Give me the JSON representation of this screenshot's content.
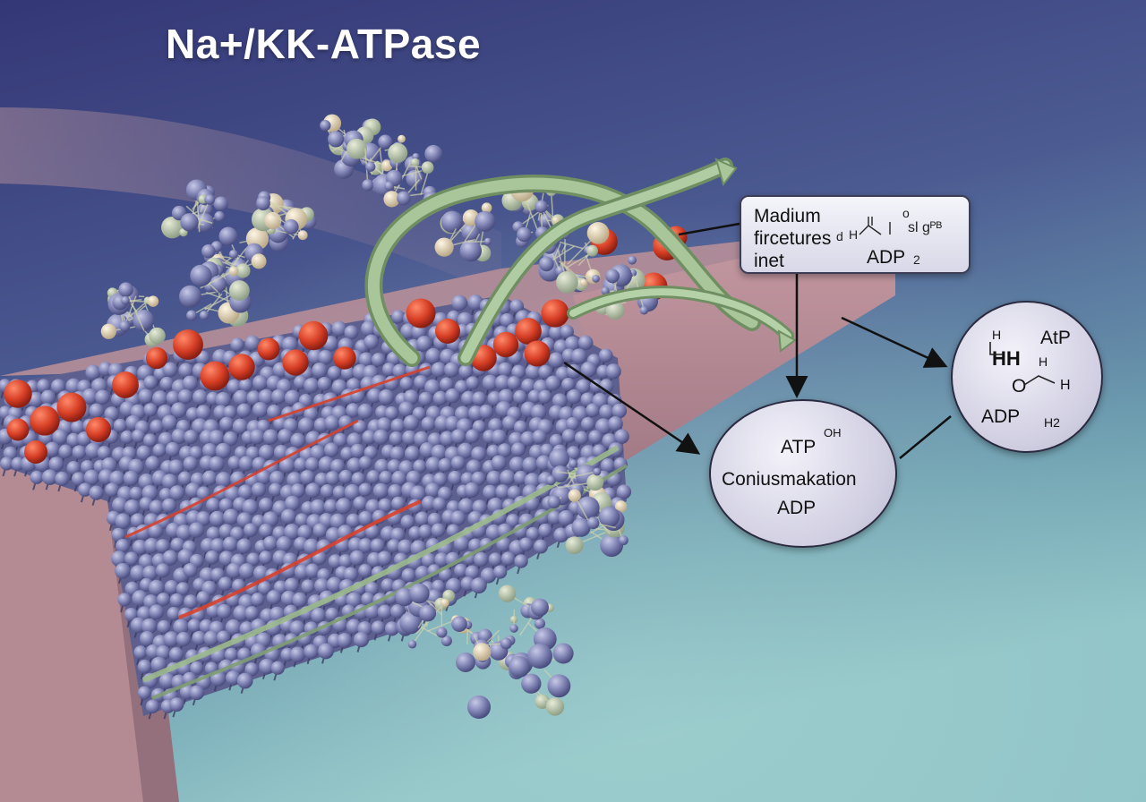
{
  "title": "Na+/KK-ATPase",
  "callout": {
    "line1": "Madium",
    "line2": "fircetures",
    "line3": "inet",
    "small_h": "H",
    "small_d": "d",
    "small_o": "o",
    "small_sl": "sl gᴾᴮ",
    "adp": "ADP",
    "adp_sub": "2"
  },
  "atp_bubble": {
    "atp": "ATP",
    "atp_sup": "OH",
    "label": "Coniusmakation",
    "adp": "ADP"
  },
  "chem_bubble": {
    "h_top": "H",
    "hh": "HH",
    "h_small": "H",
    "atp": "AtP",
    "o": "O",
    "h_right": "H",
    "adp": "ADP",
    "h2": "H2"
  },
  "colors": {
    "bg_top": "#3b3f82",
    "bg_bottom": "#7fb3bf",
    "membrane_band": "#b58e97",
    "lipid_head": "#7d80b0",
    "sodium_ion": "#d8412b",
    "ribbon": "#9cb98d",
    "bubble_fill": "#e3e1ee"
  }
}
